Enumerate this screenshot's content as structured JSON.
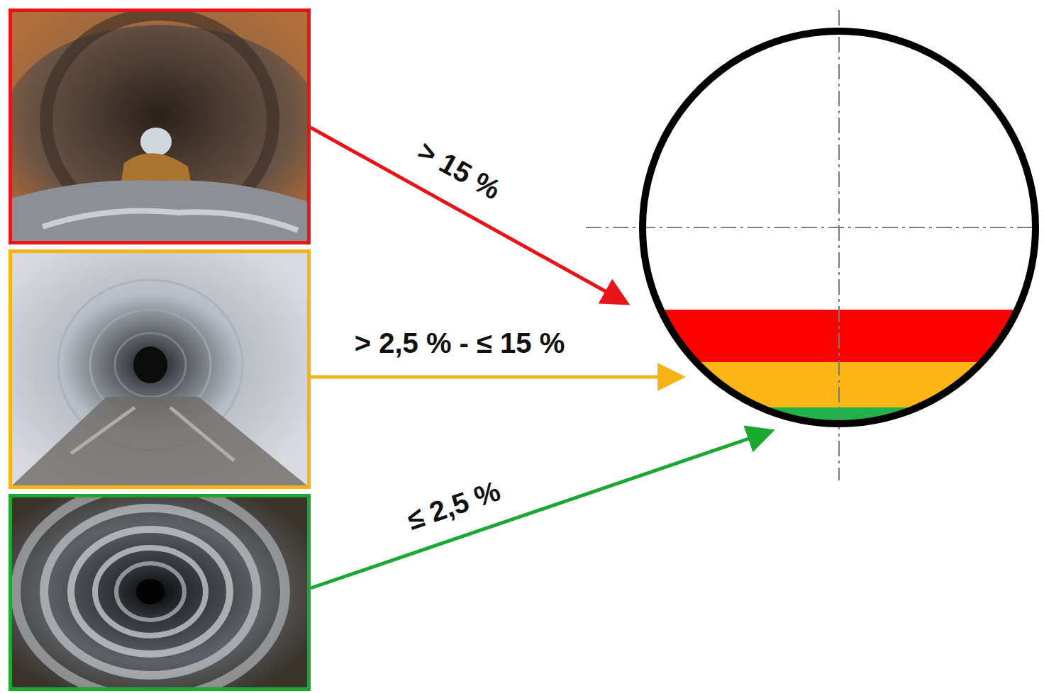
{
  "diagram": {
    "labels": [
      "> 15 %",
      "> 2,5 % - ≤ 15 %",
      "≤ 2,5 %"
    ]
  }
}
